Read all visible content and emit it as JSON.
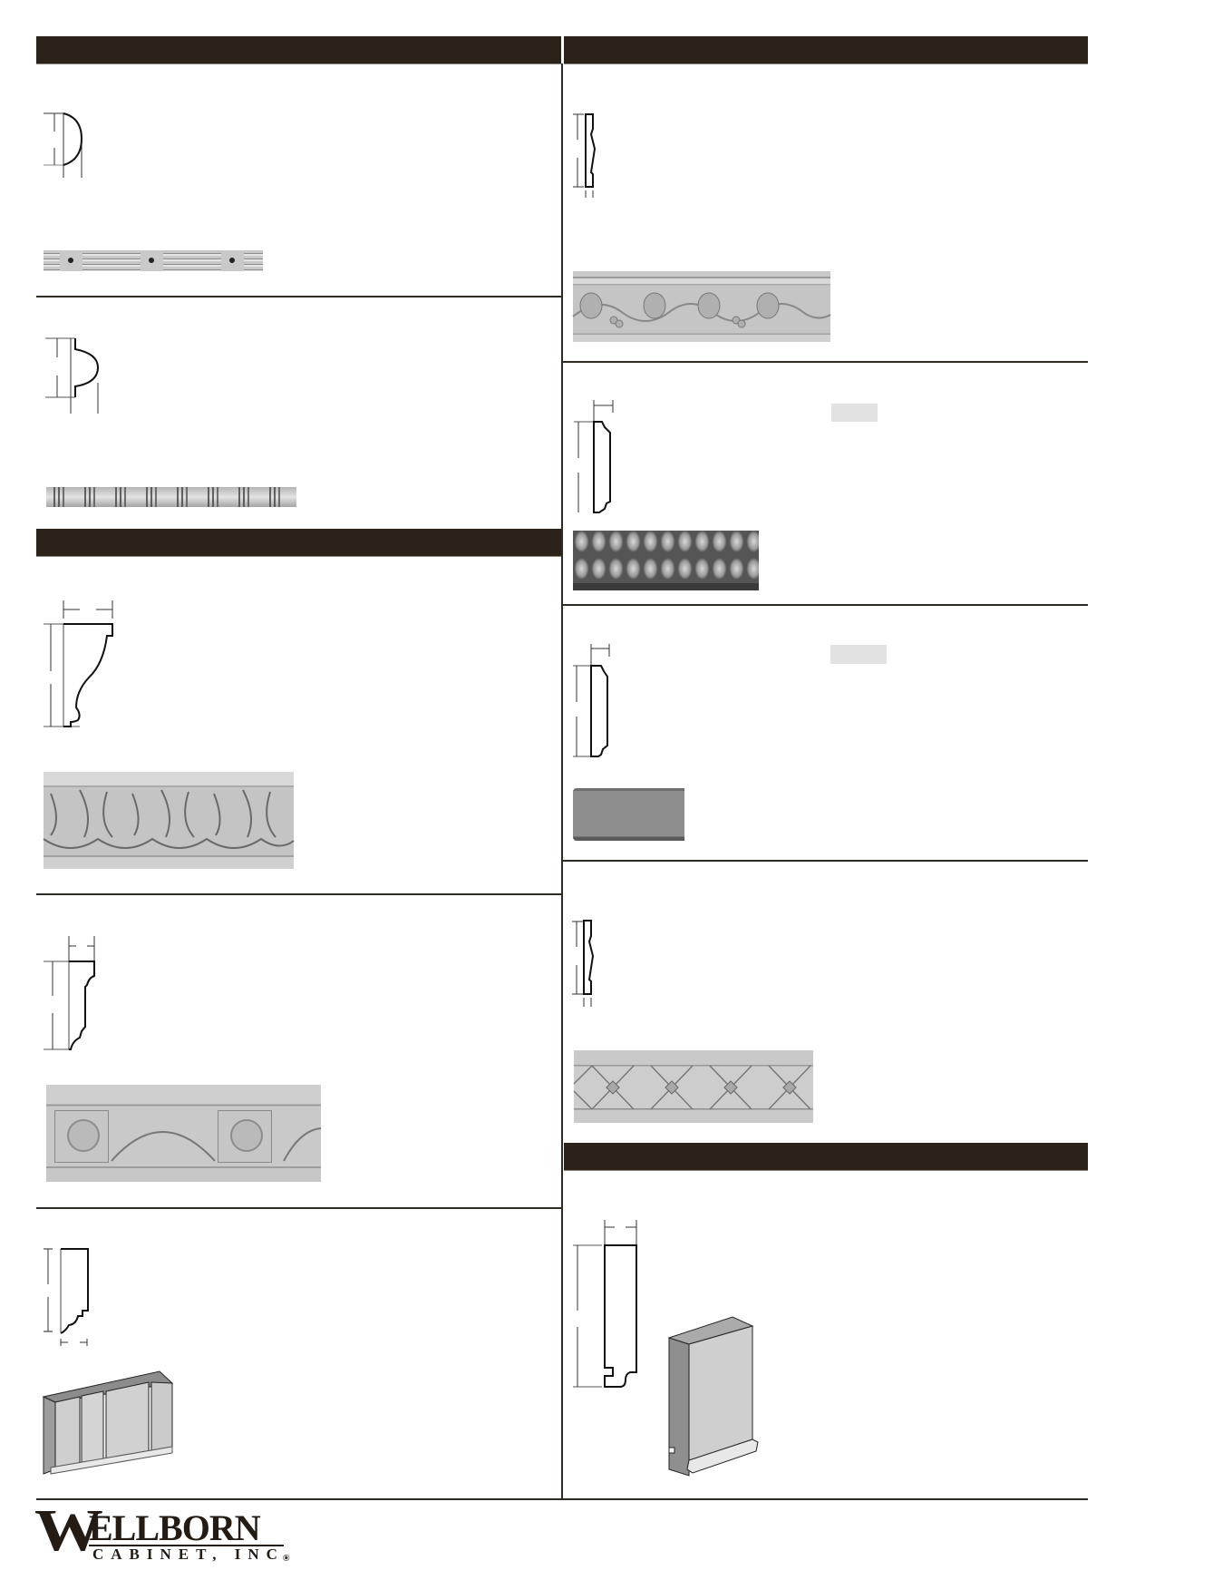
{
  "page": {
    "type": "moulding catalog page",
    "colors": {
      "header_bar": "#2b231a",
      "rule_line": "#2e2a24",
      "placeholder_tag": "#e2e2e2",
      "wood_photo": "#bdbdbd"
    }
  },
  "sections": {
    "left_top_header": {
      "label": ""
    },
    "right_top_header": {
      "label": ""
    },
    "left_middle_header": {
      "label": ""
    },
    "right_bottom_header": {
      "label": ""
    }
  },
  "items": [
    {
      "id": "half-round-fluted",
      "column": "left",
      "profile": "half-round",
      "photo": "fluted rope with dot rosettes"
    },
    {
      "id": "bead-and-reel",
      "column": "left",
      "profile": "bead with fillets",
      "photo": "bead and reel pattern"
    },
    {
      "id": "acanthus-crown",
      "column": "left",
      "profile": "cove crown",
      "photo": "carved acanthus leaf"
    },
    {
      "id": "rosette-arch",
      "column": "left",
      "profile": "stepped cove",
      "photo": "rosette blocks with arches"
    },
    {
      "id": "stepped-base",
      "column": "left",
      "profile": "stepped ogee",
      "photo": "3D block rendering"
    },
    {
      "id": "grape-vine",
      "column": "right",
      "profile": "flat wave",
      "photo": "carved grape vine"
    },
    {
      "id": "tulip-weave",
      "column": "right",
      "profile": "chamfered flat",
      "photo": "tulip lattice carving",
      "tag": ""
    },
    {
      "id": "plain-flat",
      "column": "right",
      "profile": "chamfered flat",
      "photo": "plain flat moulding",
      "tag": ""
    },
    {
      "id": "basket-weave",
      "column": "right",
      "profile": "flat wave",
      "photo": "basket weave carving"
    },
    {
      "id": "toe-kick-block",
      "column": "right",
      "profile": "tall rectangular with groove",
      "photo": "3D block rendering"
    }
  ],
  "footer": {
    "logo_initial": "W",
    "logo_rest": "ELLBORN",
    "logo_sub": "CABINET, INC.",
    "logo_reg": "®"
  }
}
